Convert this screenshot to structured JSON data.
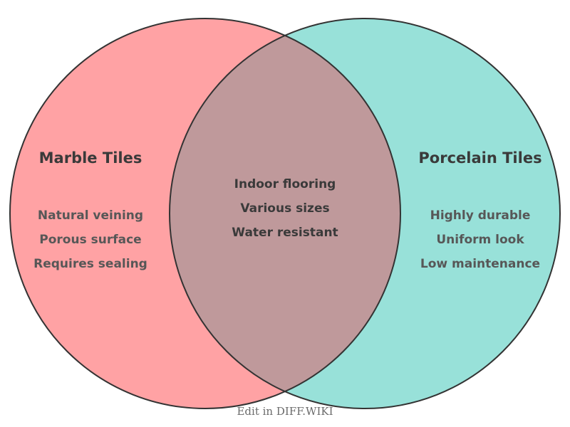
{
  "diagram": {
    "type": "venn2",
    "background_color": "#ffffff",
    "outline_color": "#333333",
    "left_set": {
      "title": "Marble Tiles",
      "fill_color": "#FFA2A4",
      "items": [
        "Natural veining",
        "Porous surface",
        "Requires sealing"
      ]
    },
    "right_set": {
      "title": "Porcelain Tiles",
      "fill_color": "#98E1D9",
      "items": [
        "Highly durable",
        "Uniform look",
        "Low maintenance"
      ]
    },
    "intersection": {
      "fill_color": "#BF999B",
      "items": [
        "Indoor flooring",
        "Various sizes",
        "Water resistant"
      ]
    }
  },
  "footer": {
    "edit_label": "Edit in DIFF.WIKI"
  }
}
